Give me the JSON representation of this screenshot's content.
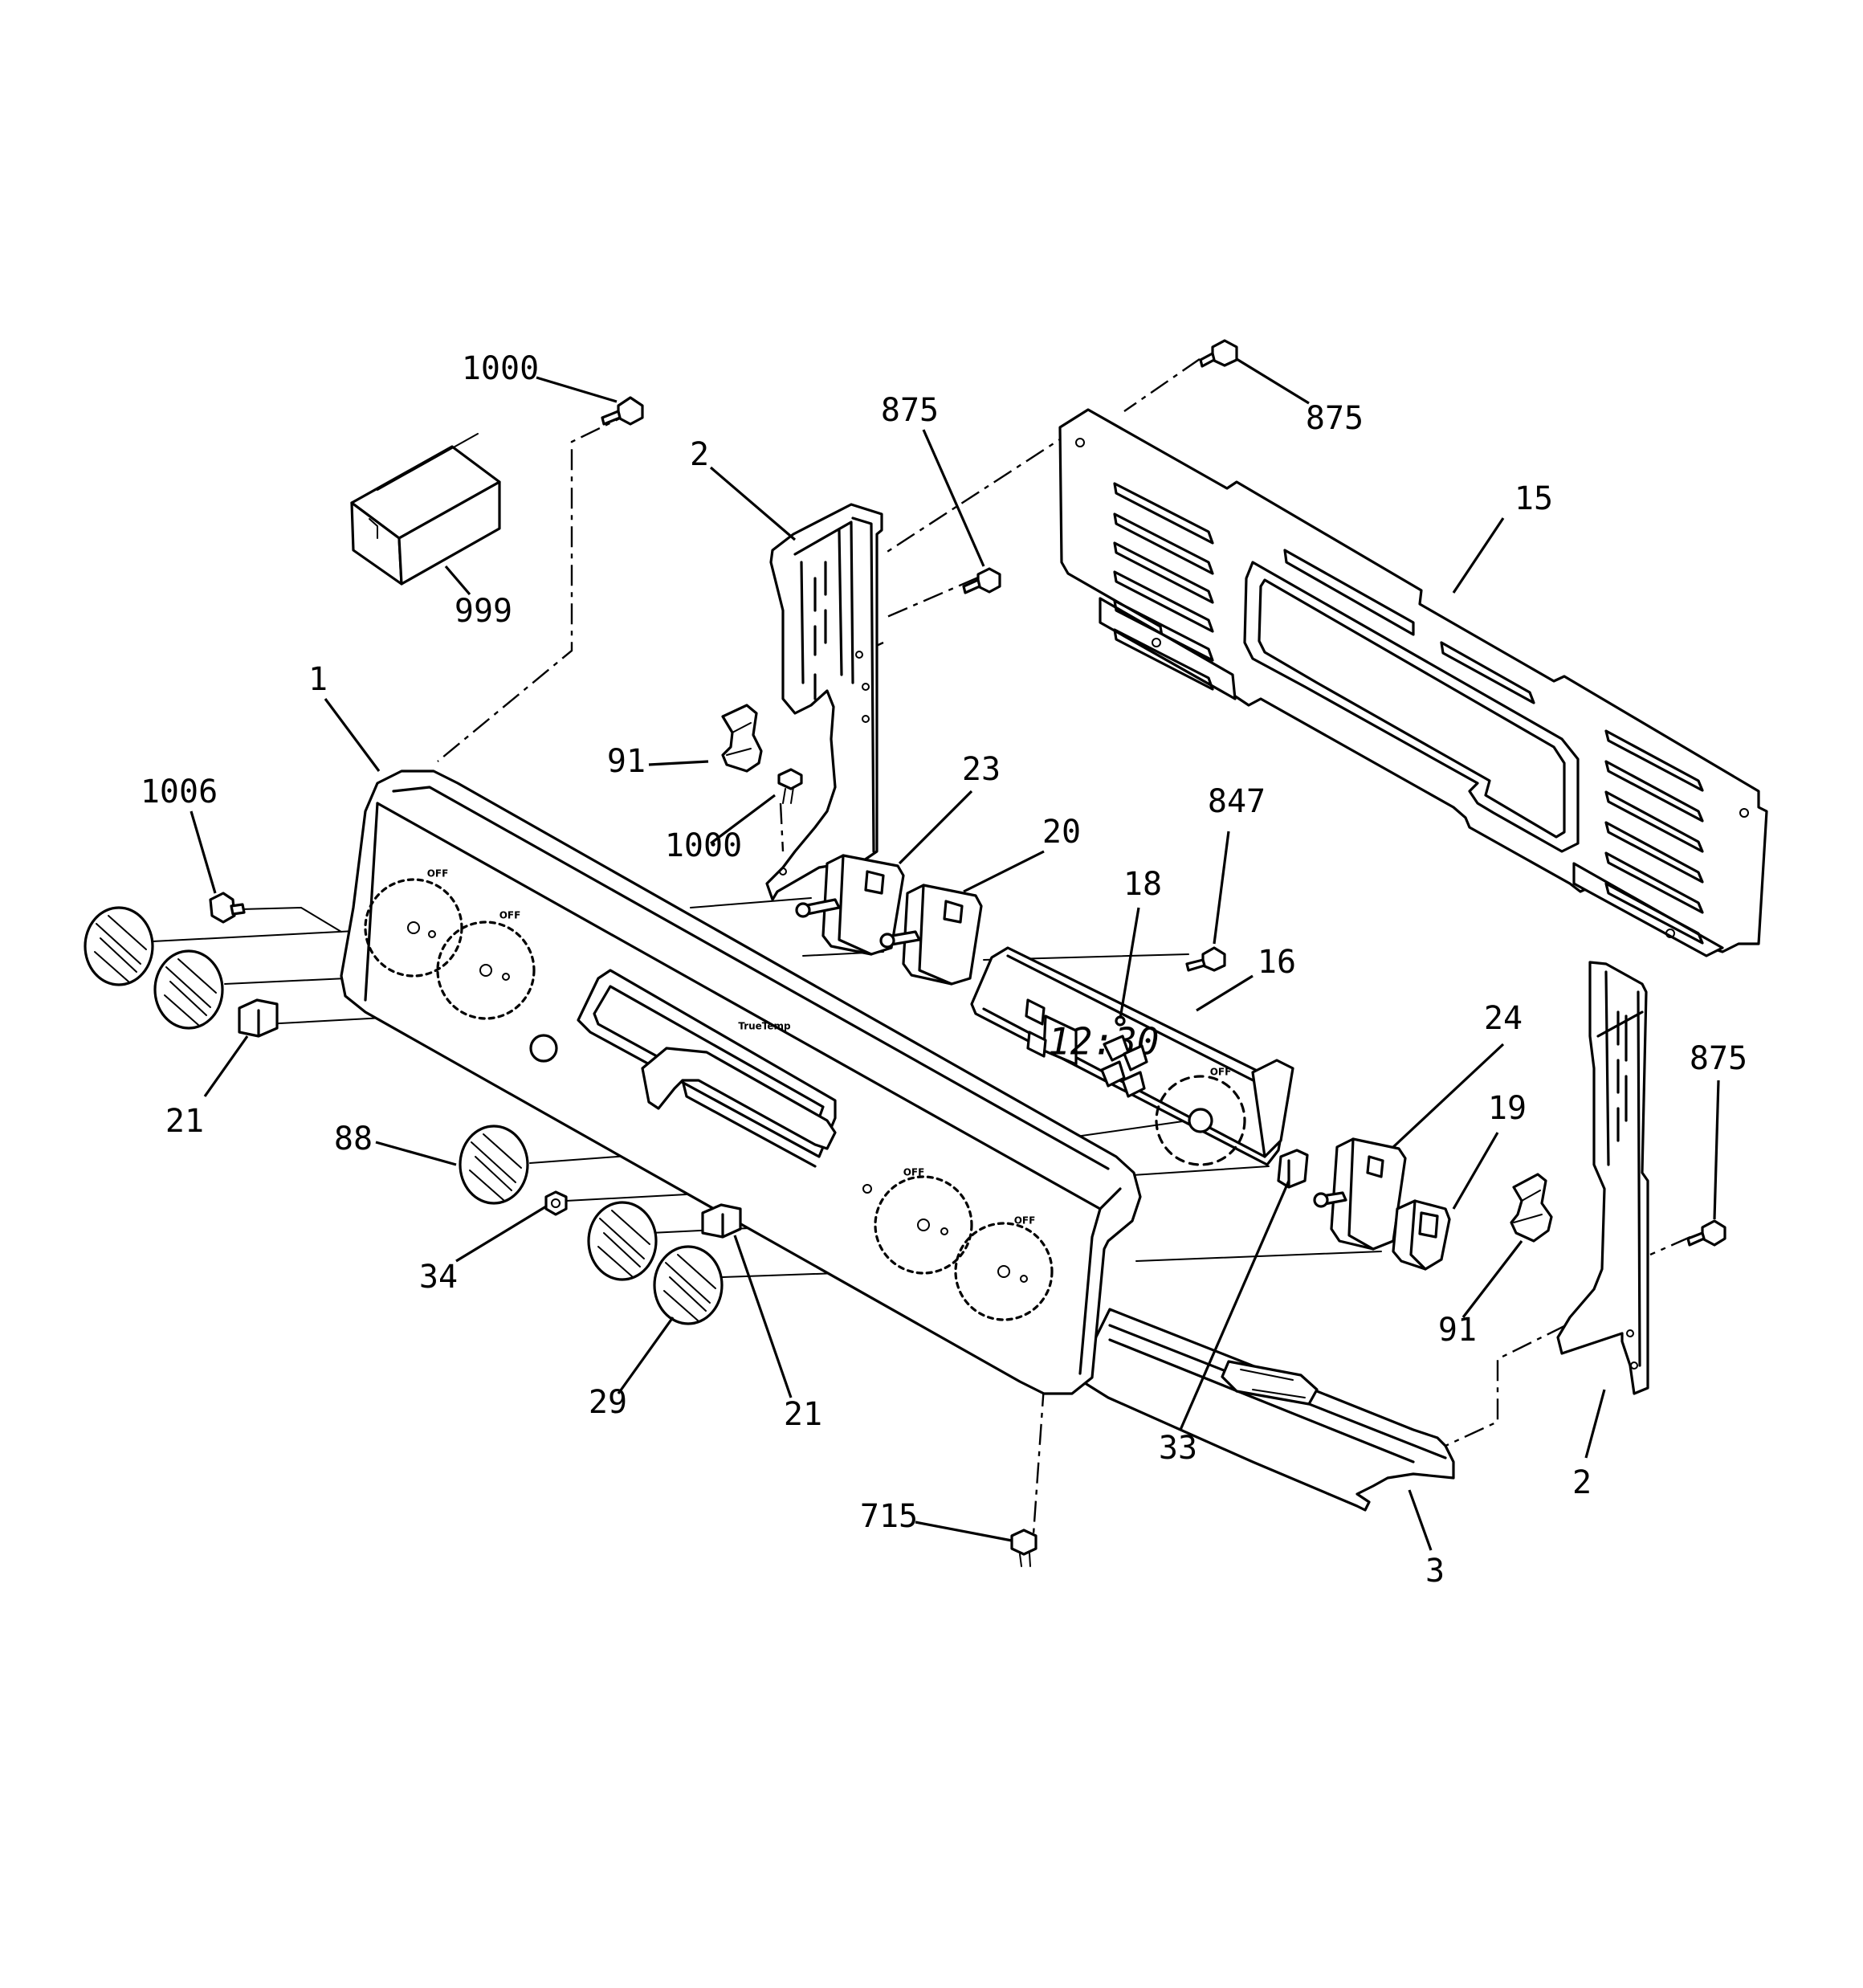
{
  "diagram": {
    "callouts": {
      "c1000_top": "1000",
      "c875_top_right": "875",
      "c875_mid": "875",
      "c2_left": "2",
      "c15": "15",
      "c999": "999",
      "c1": "1",
      "c91_left": "91",
      "c1000_mid": "1000",
      "c23": "23",
      "c1006": "1006",
      "c20": "20",
      "c847": "847",
      "c18": "18",
      "c16": "16",
      "c24": "24",
      "c875_right": "875",
      "c19": "19",
      "c21_left": "21",
      "c88": "88",
      "c34": "34",
      "c91_right": "91",
      "c29": "29",
      "c21_mid": "21",
      "c33": "33",
      "c2_right": "2",
      "c715": "715",
      "c3": "3"
    },
    "panel_text": {
      "clock_display": "12:30"
    }
  }
}
